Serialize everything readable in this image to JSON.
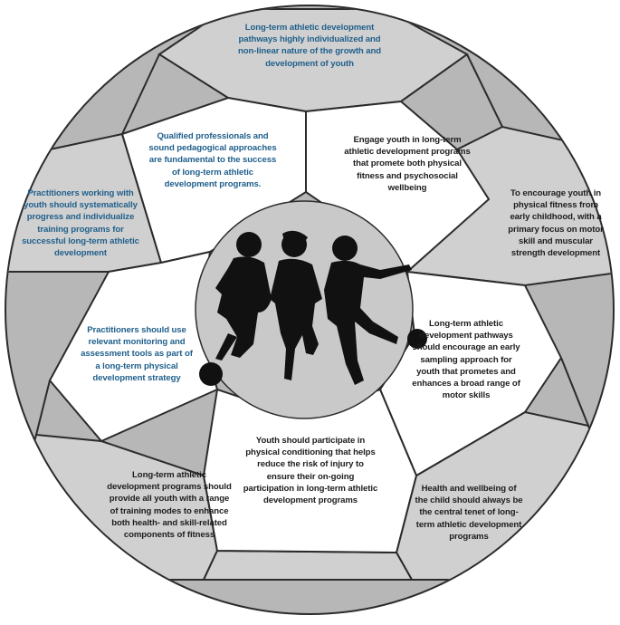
{
  "colors": {
    "outer_ring": "#b7b7b7",
    "panel_grey": "#d0d0d0",
    "panel_white": "#ffffff",
    "center_circle": "#c9c9c9",
    "outline": "#2b2b2b",
    "blue_text": "#1f5f8b",
    "dark_text": "#1c1c1c"
  },
  "center_image": "silhouettes-of-three-children-kicking-soccer-balls",
  "statements": {
    "top": "Long-term athletic development pathways highly individualized and non-linear nature of the growth and development of youth",
    "inner_top_left": "Qualified professionals and sound pedagogical approaches are fundamental to the success of long-term athletic development programs.",
    "inner_top_right": "Engage youth in long-term athletic development programs that promete both physical fitness and psychosocial wellbeing",
    "left": "Practitioners working with youth should systematically progress and individualize training programs for successful long-term athletic development",
    "right": "To encourage youth in physical fitness from early childhood, with a primary focus on motor skill and muscular strength development",
    "inner_left": "Practitioners should use relevant monitoring and assessment tools as part of a long-term physical development strategy",
    "inner_right": "Long-term athletic development pathways should encourage an early sampling approach for youth that prometes and enhances a broad range of motor skills",
    "inner_bottom": "Youth should participate in physical conditioning that helps reduce the risk of injury to ensure their on-going participation in long-term athletic development programs",
    "bottom_left": "Long-term athletic development programs should provide all youth with a range of training modes to enhance both health- and skill-related components of fitness",
    "bottom_right": "Health and wellbeing of the child should always be the central tenet of long-term athletic development programs"
  }
}
